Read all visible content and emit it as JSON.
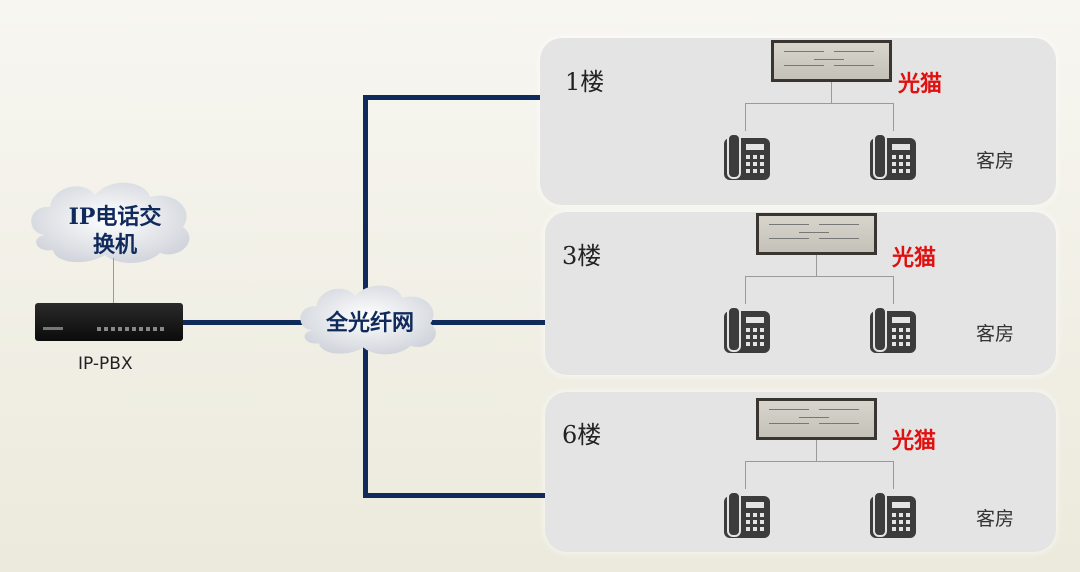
{
  "pbx": {
    "cloud_label_line1": "IP电话交",
    "cloud_label_line2": "换机",
    "device_label": "IP-PBX"
  },
  "network": {
    "label": "全光纤网"
  },
  "floors": [
    {
      "label": "1楼",
      "modem_label": "光猫",
      "room_label": "客房"
    },
    {
      "label": "3楼",
      "modem_label": "光猫",
      "room_label": "客房"
    },
    {
      "label": "6楼",
      "modem_label": "光猫",
      "room_label": "客房"
    }
  ],
  "colors": {
    "fiber": "#102a5c",
    "modem_label": "#e01010",
    "panel": "#e4e4e4"
  }
}
